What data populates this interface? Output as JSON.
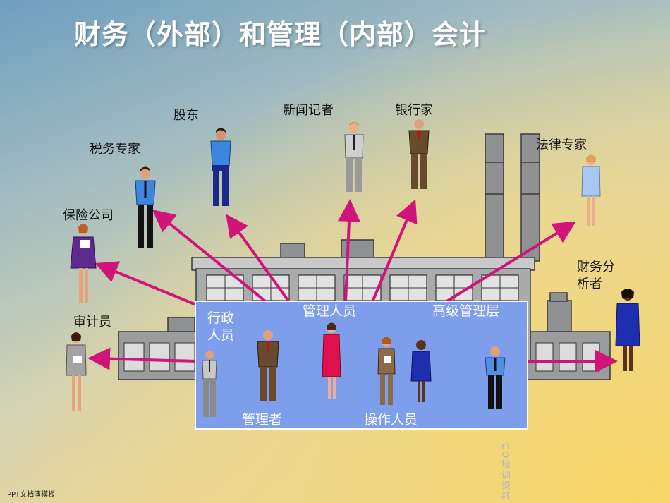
{
  "title": "财务（外部）和管理（内部）会计",
  "external": {
    "shareholder": "股东",
    "journalist": "新闻记者",
    "banker": "银行家",
    "tax_expert": "税务专家",
    "lawyer": "法律专家",
    "insurance": "保险公司",
    "analyst_line1": "财务分",
    "analyst_line2": "析者",
    "auditor": "审计员"
  },
  "internal": {
    "admin_line1": "行政",
    "admin_line2": "人员",
    "management": "管理人员",
    "senior_management": "高级管理层",
    "manager": "管理者",
    "operators": "操作人员"
  },
  "footer": "PPT文档演模板",
  "watermark": "CO培训资料",
  "colors": {
    "arrow": "#d0147a",
    "internal_box": "#7d9eeb",
    "title_text": "#ffffff"
  }
}
